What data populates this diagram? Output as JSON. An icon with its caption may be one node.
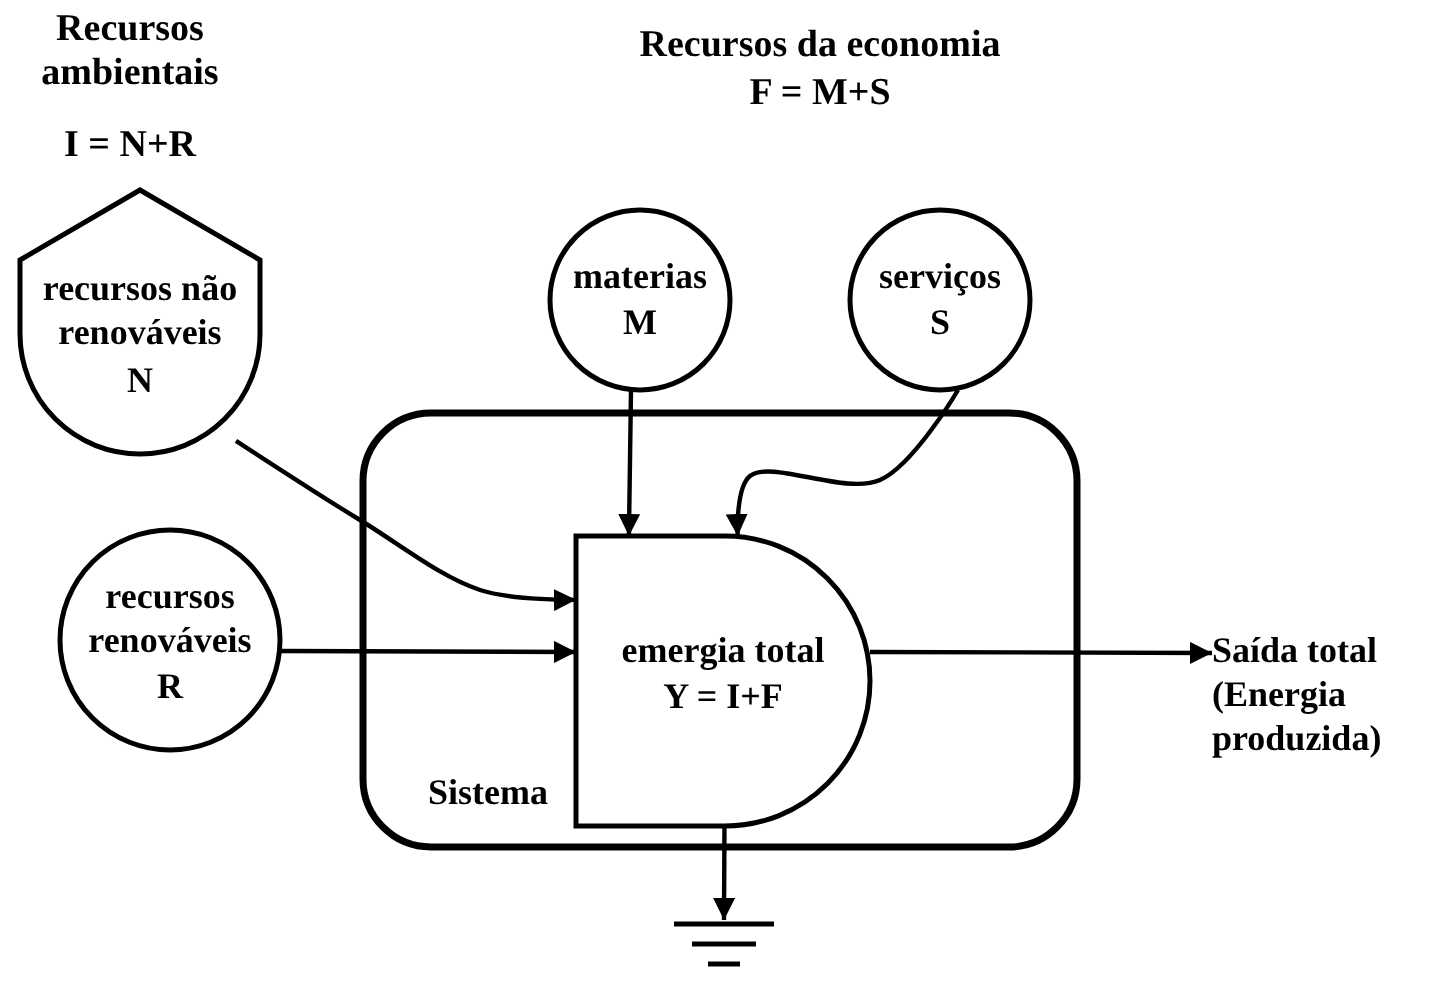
{
  "diagram": {
    "nodes": [
      {
        "text": [
          "Sistema"
        ]
      },
      {
        "text": [
          "recursos não renováveis",
          "N"
        ]
      },
      {
        "text": [
          "materias",
          "M"
        ]
      },
      {
        "text": [
          "serviços",
          "S"
        ]
      },
      {
        "text": [
          "recursos renováveis",
          "R"
        ]
      },
      {
        "text": [
          "emergia total",
          "Y = I+F"
        ],
        "in": 0
      },
      {
        "text": [
          "Saída total (Energia produzida)"
        ]
      },
      {
        "text": [],
        "shape": "ground"
      }
    ],
    "edges": [
      {
        "from": 1,
        "to": 5,
        "arrow": "to"
      },
      {
        "from": 2,
        "to": 5,
        "arrow": "to"
      },
      {
        "from": 3,
        "to": 5,
        "arrow": "to"
      },
      {
        "from": 4,
        "to": 5,
        "arrow": "to"
      },
      {
        "from": 5,
        "to": 6,
        "arrow": "to"
      },
      {
        "from": 5,
        "to": 7,
        "arrow": "to"
      }
    ],
    "labels": [
      "Recursos ambientais",
      "I = N+R",
      "Recursos da economia",
      "F = M+S"
    ]
  }
}
